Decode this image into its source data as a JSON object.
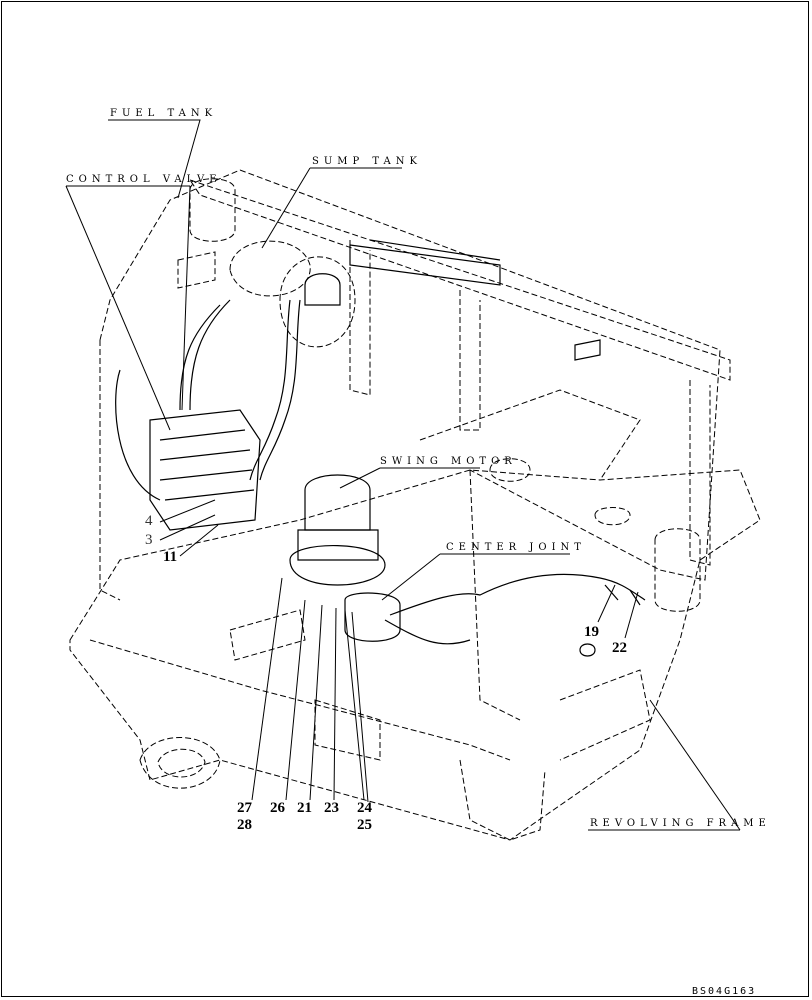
{
  "labels": {
    "fuel_tank": "FUEL TANK",
    "control_valve": "CONTROL VALVE",
    "sump_tank": "SUMP TANK",
    "swing_motor": "SWING MOTOR",
    "center_joint": "CENTER JOINT",
    "revolving_frame": "REVOLVING FRAME"
  },
  "callouts": {
    "n4": "4",
    "n3": "3",
    "n11": "11",
    "n19": "19",
    "n22": "22",
    "n27": "27",
    "n28": "28",
    "n26": "26",
    "n21": "21",
    "n23": "23",
    "n24": "24",
    "n25": "25"
  },
  "drawing_code": "BS04G163"
}
